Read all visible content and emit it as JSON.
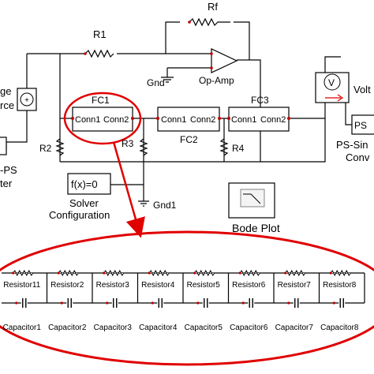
{
  "labels": {
    "rf": "Rf",
    "r1": "R1",
    "gnd": "Gnd",
    "opamp": "Op-Amp",
    "voltage_source_l1": "ge",
    "voltage_source_l2": "rce",
    "fc1": "FC1",
    "fc2": "FC2",
    "fc3": "FC3",
    "conn1": "Conn1",
    "conn2": "Conn2",
    "r2": "R2",
    "r3": "R3",
    "r4": "R4",
    "voltmeter": "Volt",
    "voltmeter_symbol": "V",
    "ps_block": "PS",
    "ps_sim_l1": "PS-Sin",
    "ps_sim_l2": "Conv",
    "ps_converter_l1": "-PS",
    "ps_converter_l2": "ter",
    "solver_expr": "f(x)=0",
    "solver_l1": "Solver",
    "solver_l2": "Configuration",
    "gnd1": "Gnd1",
    "bode_plot": "Bode Plot"
  },
  "ladder": {
    "resistors": [
      "Resistor11",
      "Resistor2",
      "Resistor3",
      "Resistor4",
      "Resistor5",
      "Resistor6",
      "Resistor7",
      "Resistor8"
    ],
    "capacitors": [
      "Capacitor1",
      "Capacitor2",
      "Capacitor3",
      "Capacitor4",
      "Capacitor5",
      "Capacitor6",
      "Capacitor7",
      "Capacitor8"
    ]
  },
  "colors": {
    "highlight": "#e00000",
    "port": "#c00000",
    "wire": "#000000"
  }
}
